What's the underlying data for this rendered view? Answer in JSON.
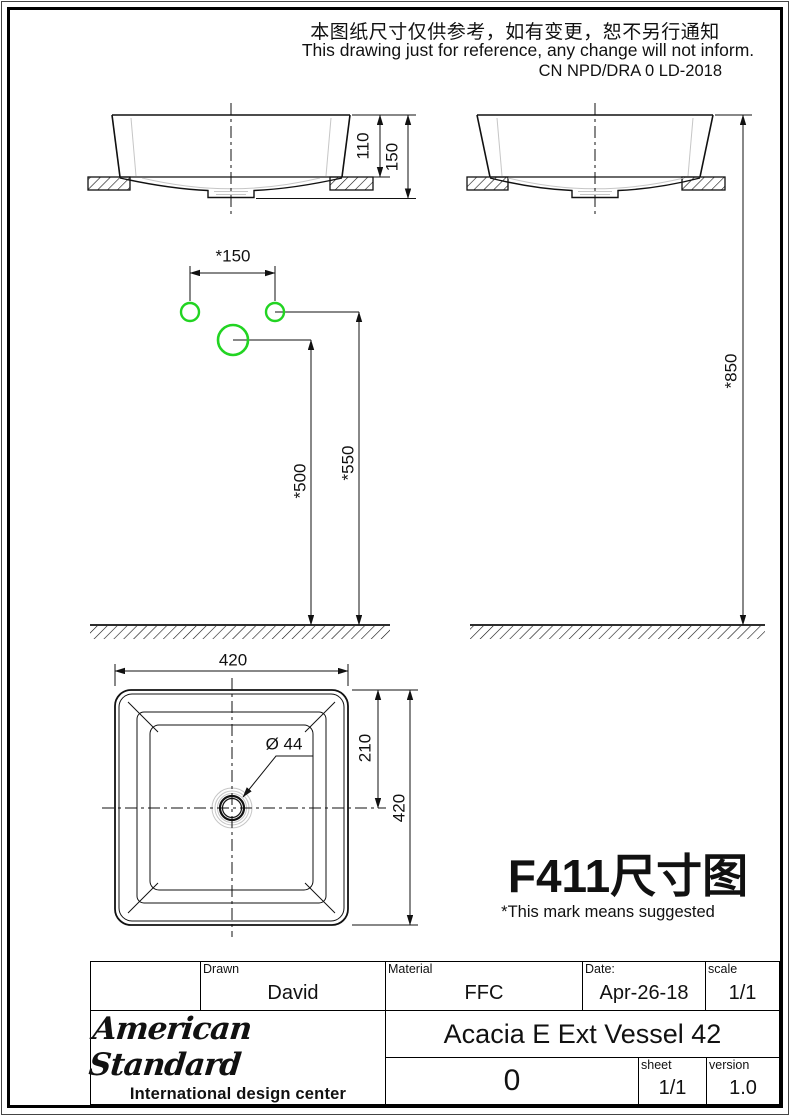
{
  "header": {
    "notice_zh": "本图纸尺寸仅供参考，如有变更，恕不另行通知",
    "notice_en": "This drawing just for reference, any change will not inform.",
    "doc_code": "CN NPD/DRA 0 LD-2018"
  },
  "figure": {
    "title": "F411尺寸图",
    "note": "*This mark means suggested",
    "accent_green": "#22d422",
    "line_color": "#111111",
    "dimensions": {
      "bowl_height_above_counter": "110",
      "bowl_height_total": "150",
      "faucet_hole_spacing": "*150",
      "spout_ref_height": "*500",
      "faucet_hole_height": "*550",
      "rim_to_floor_height": "*850",
      "top_width": "420",
      "top_depth": "420",
      "drain_center_offset": "210",
      "drain_diameter": "Ø 44"
    }
  },
  "title_block": {
    "drawn_label": "Drawn",
    "drawn_value": "David",
    "material_label": "Material",
    "material_value": "FFC",
    "date_label": "Date:",
    "date_value": "Apr-26-18",
    "scale_label": "scale",
    "scale_value": "1/1",
    "logo_name": "American Standard",
    "logo_subtitle": "International design center",
    "product_name": "Acacia E Ext Vessel 42",
    "revision_value": "0",
    "sheet_label": "sheet",
    "sheet_value": "1/1",
    "version_label": "version",
    "version_value": "1.0"
  }
}
